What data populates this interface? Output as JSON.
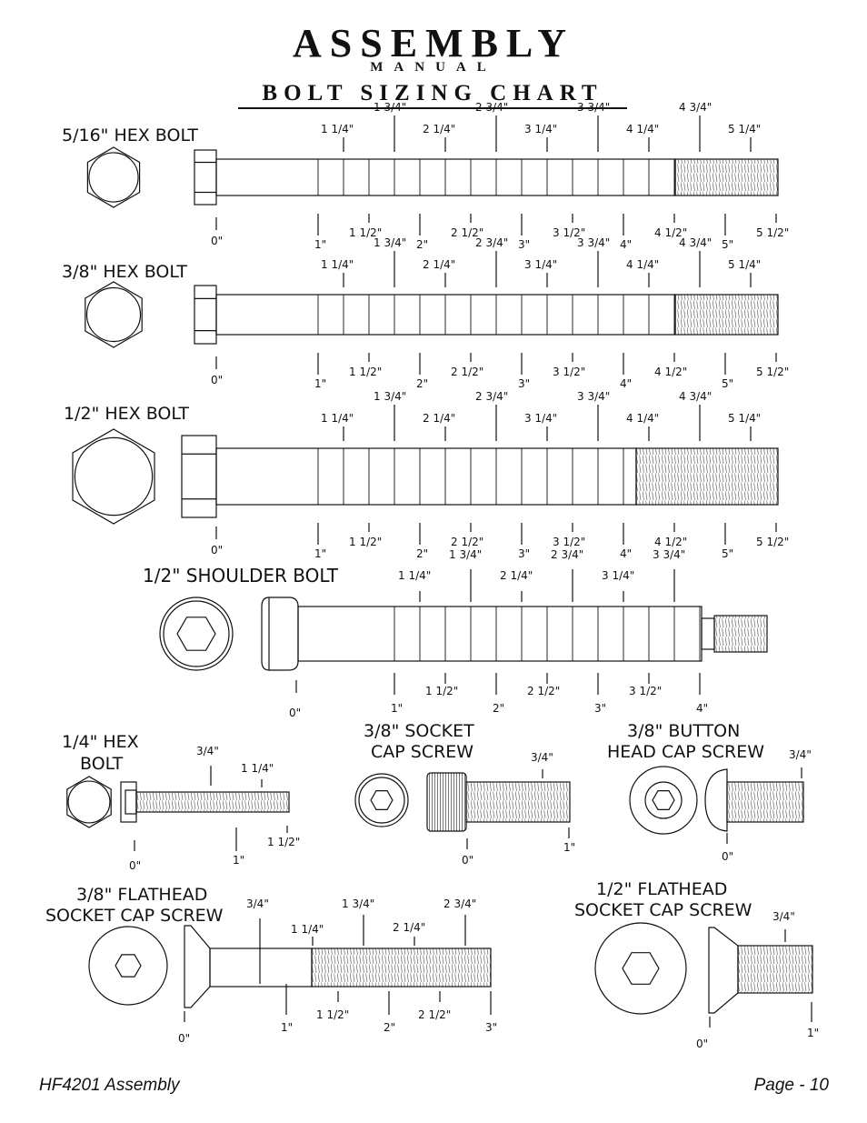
{
  "header": {
    "title": "ASSEMBLY",
    "subtitle": "MANUAL",
    "heading": "BOLT SIZING CHART"
  },
  "bolts": [
    {
      "name": "5/16\" HEX BOLT",
      "ruler_top_upper": [
        "1 3/4\"",
        "2 3/4\"",
        "3 3/4\"",
        "4 3/4\""
      ],
      "ruler_top_lower": [
        "1 1/4\"",
        "2 1/4\"",
        "3 1/4\"",
        "4 1/4\"",
        "5 1/4\""
      ],
      "ruler_bottom_upper": [
        "1 1/2\"",
        "2 1/2\"",
        "3 1/2\"",
        "4 1/2\"",
        "5 1/2\""
      ],
      "ruler_bottom_lower": [
        "1\"",
        "2\"",
        "3\"",
        "4\"",
        "5\""
      ],
      "zero": "0\""
    },
    {
      "name": "3/8\" HEX BOLT",
      "ruler_top_upper": [
        "1 3/4\"",
        "2 3/4\"",
        "3 3/4\"",
        "4 3/4\""
      ],
      "ruler_top_lower": [
        "1 1/4\"",
        "2 1/4\"",
        "3 1/4\"",
        "4 1/4\"",
        "5 1/4\""
      ],
      "ruler_bottom_upper": [
        "1 1/2\"",
        "2 1/2\"",
        "3 1/2\"",
        "4 1/2\"",
        "5 1/2\""
      ],
      "ruler_bottom_lower": [
        "1\"",
        "2\"",
        "3\"",
        "4\"",
        "5\""
      ],
      "zero": "0\""
    },
    {
      "name": "1/2\" HEX BOLT",
      "ruler_top_upper": [
        "1 3/4\"",
        "2 3/4\"",
        "3 3/4\"",
        "4 3/4\""
      ],
      "ruler_top_lower": [
        "1 1/4\"",
        "2 1/4\"",
        "3 1/4\"",
        "4 1/4\"",
        "5 1/4\""
      ],
      "ruler_bottom_upper": [
        "1 1/2\"",
        "2 1/2\"",
        "3 1/2\"",
        "4 1/2\"",
        "5 1/2\""
      ],
      "ruler_bottom_lower": [
        "1\"",
        "2\"",
        "3\"",
        "4\"",
        "5\""
      ],
      "zero": "0\""
    },
    {
      "name": "1/2\" SHOULDER BOLT",
      "ruler_top_upper": [
        "1 3/4\"",
        "2 3/4\"",
        "3 3/4\""
      ],
      "ruler_top_lower": [
        "1 1/4\"",
        "2 1/4\"",
        "3 1/4\""
      ],
      "ruler_bottom_upper": [
        "1 1/2\"",
        "2 1/2\"",
        "3 1/2\""
      ],
      "ruler_bottom_lower": [
        "1\"",
        "2\"",
        "3\"",
        "4\""
      ],
      "zero": "0\""
    }
  ],
  "small_bolts": {
    "hex_quarter": {
      "name_line1": "1/4\" HEX",
      "name_line2": "BOLT",
      "labels": [
        "3/4\"",
        "1 1/4\"",
        "1\"",
        "1 1/2\"",
        "0\""
      ]
    },
    "socket_cap": {
      "name_line1": "3/8\" SOCKET",
      "name_line2": "CAP SCREW",
      "labels": [
        "3/4\"",
        "1\"",
        "0\""
      ]
    },
    "button_head": {
      "name_line1": "3/8\" BUTTON",
      "name_line2": "HEAD CAP SCREW",
      "labels": [
        "3/4\"",
        "0\""
      ]
    },
    "flathead_38": {
      "name_line1": "3/8\" FLATHEAD",
      "name_line2": "SOCKET CAP SCREW",
      "labels": [
        "3/4\"",
        "1 3/4\"",
        "2 3/4\"",
        "1 1/4\"",
        "2 1/4\"",
        "1 1/2\"",
        "2 1/2\"",
        "1\"",
        "2\"",
        "3\"",
        "0\""
      ]
    },
    "flathead_12": {
      "name_line1": "1/2\" FLATHEAD",
      "name_line2": "SOCKET CAP SCREW",
      "labels": [
        "3/4\"",
        "1\"",
        "0\""
      ]
    }
  },
  "footer": {
    "left": "HF4201 Assembly",
    "right": "Page - 10"
  }
}
